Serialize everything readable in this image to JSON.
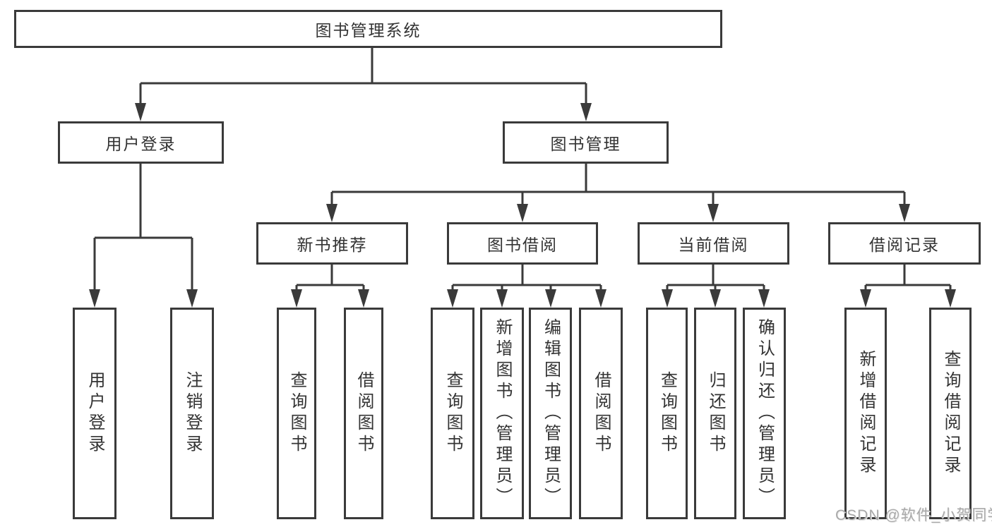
{
  "tree": {
    "label": "图书管理系统",
    "children": [
      {
        "label": "用户登录",
        "children": [
          {
            "label": "用户登录"
          },
          {
            "label": "注销登录"
          }
        ]
      },
      {
        "label": "图书管理",
        "children": [
          {
            "label": "新书推荐",
            "children": [
              {
                "label": "查询图书"
              },
              {
                "label": "借阅图书"
              }
            ]
          },
          {
            "label": "图书借阅",
            "children": [
              {
                "label": "查询图书"
              },
              {
                "label": "新增图书（管理员）"
              },
              {
                "label": "编辑图书（管理员）"
              },
              {
                "label": "借阅图书"
              }
            ]
          },
          {
            "label": "当前借阅",
            "children": [
              {
                "label": "查询图书"
              },
              {
                "label": "归还图书"
              },
              {
                "label": "确认归还（管理员）"
              }
            ]
          },
          {
            "label": "借阅记录",
            "children": [
              {
                "label": "新增借阅记录"
              },
              {
                "label": "查询借阅记录"
              }
            ]
          }
        ]
      }
    ]
  },
  "watermark": {
    "text": "CSDN @软件_小贺同学"
  },
  "colors": {
    "line": "#3a3a3a",
    "box_border": "#3a3a3a",
    "text": "#333333",
    "watermark": "#a9a9a9",
    "background": "#ffffff"
  }
}
